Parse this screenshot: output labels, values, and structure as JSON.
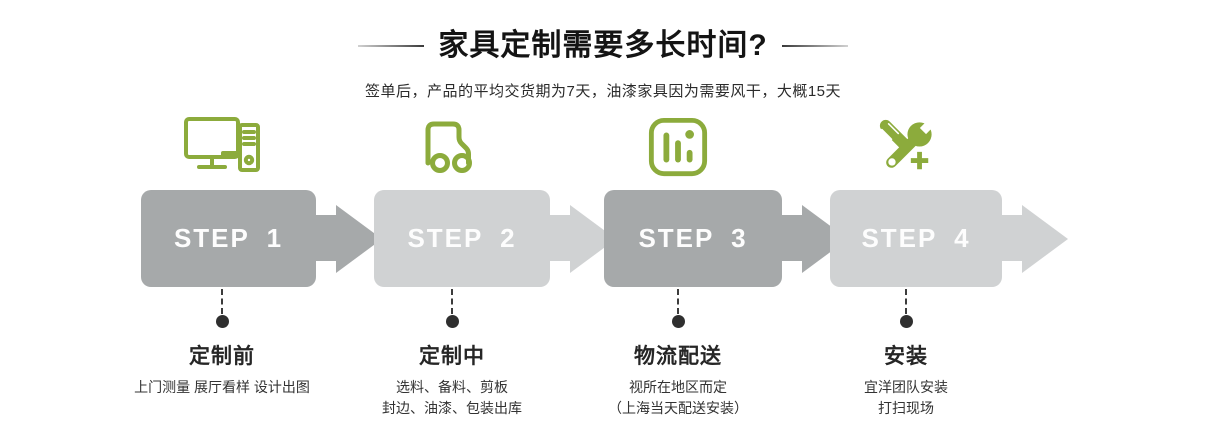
{
  "header": {
    "title": "家具定制需要多长时间?",
    "subtitle": "签单后，产品的平均交货期为7天，油漆家具因为需要风干，大概15天"
  },
  "colors": {
    "accent_green": "#8cab3c",
    "step_dark": "#a6a9aa",
    "step_light": "#d0d2d3",
    "text_dark": "#262626",
    "connector": "#2f2f2f"
  },
  "steps": [
    {
      "badge": "STEP 1",
      "icon": "desktop-computer-icon",
      "name": "定制前",
      "desc_line1": "上门测量 展厅看样 设计出图",
      "desc_line2": ""
    },
    {
      "badge": "STEP 2",
      "icon": "delivery-truck-icon",
      "name": "定制中",
      "desc_line1": "选料、备料、剪板",
      "desc_line2": "封边、油漆、包装出库"
    },
    {
      "badge": "STEP 3",
      "icon": "bar-chart-icon",
      "name": "物流配送",
      "desc_line1": "视所在地区而定",
      "desc_line2": "（上海当天配送安装）"
    },
    {
      "badge": "STEP 4",
      "icon": "tools-install-icon",
      "name": "安装",
      "desc_line1": "宜洋团队安装",
      "desc_line2": "打扫现场"
    }
  ]
}
